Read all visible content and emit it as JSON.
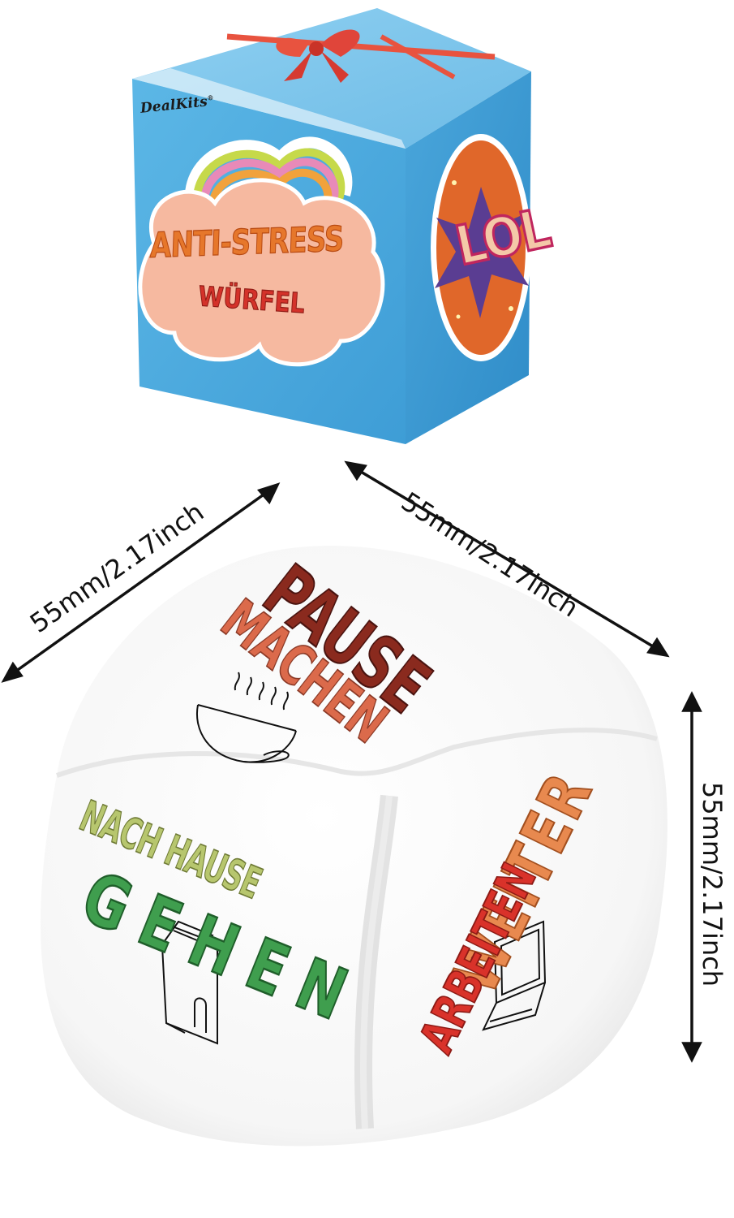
{
  "box": {
    "brand": "DealKits",
    "brand_mark": "®",
    "cloud_line1": "ANTI-STRESS",
    "cloud_line2": "WÜRFEL",
    "badge": "LOL",
    "colors": {
      "box_blue": "#4aa6db",
      "ribbon": "#e8533f",
      "cloud": "#f6b9a0",
      "badge_orange": "#e0672a"
    }
  },
  "die": {
    "top_face": [
      "PAUSE",
      "MACHEN"
    ],
    "left_face": [
      "NACH HAUSE",
      "GEHEN"
    ],
    "right_face": [
      "WEITER",
      "ARBEITEN"
    ],
    "icons": [
      "coffee-cup-icon",
      "house-icon",
      "laptop-icon"
    ]
  },
  "dimensions": {
    "left": "55mm/2.17inch",
    "right": "55mm/2.17inch",
    "vertical": "55mm/2.17inch"
  }
}
